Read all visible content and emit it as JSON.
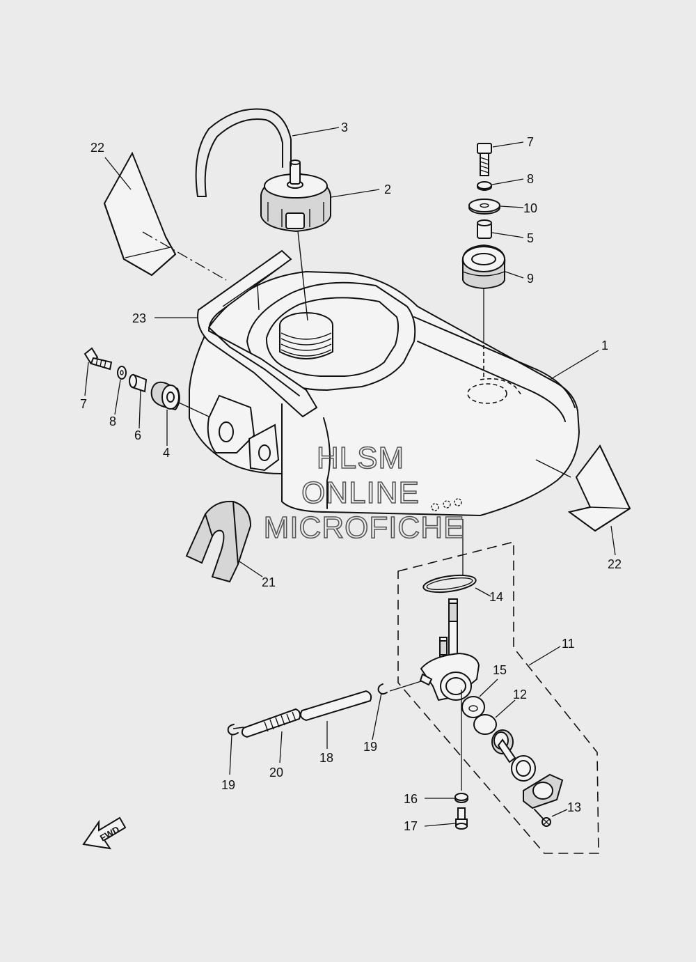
{
  "watermark": {
    "line1": "HLSM",
    "line2": "ONLINE",
    "line3": "MICROFICHE"
  },
  "direction_badge": "FWD",
  "callouts": [
    {
      "id": "c1",
      "number": "1"
    },
    {
      "id": "c2",
      "number": "2"
    },
    {
      "id": "c3",
      "number": "3"
    },
    {
      "id": "c4",
      "number": "4"
    },
    {
      "id": "c5",
      "number": "5"
    },
    {
      "id": "c6",
      "number": "6"
    },
    {
      "id": "c7a",
      "number": "7"
    },
    {
      "id": "c7b",
      "number": "7"
    },
    {
      "id": "c8a",
      "number": "8"
    },
    {
      "id": "c8b",
      "number": "8"
    },
    {
      "id": "c9",
      "number": "9"
    },
    {
      "id": "c10",
      "number": "10"
    },
    {
      "id": "c11",
      "number": "11"
    },
    {
      "id": "c12",
      "number": "12"
    },
    {
      "id": "c13",
      "number": "13"
    },
    {
      "id": "c14",
      "number": "14"
    },
    {
      "id": "c15",
      "number": "15"
    },
    {
      "id": "c16",
      "number": "16"
    },
    {
      "id": "c17",
      "number": "17"
    },
    {
      "id": "c18",
      "number": "18"
    },
    {
      "id": "c19a",
      "number": "19"
    },
    {
      "id": "c19b",
      "number": "19"
    },
    {
      "id": "c20",
      "number": "20"
    },
    {
      "id": "c21",
      "number": "21"
    },
    {
      "id": "c22a",
      "number": "22"
    },
    {
      "id": "c22b",
      "number": "22"
    },
    {
      "id": "c23",
      "number": "23"
    }
  ]
}
